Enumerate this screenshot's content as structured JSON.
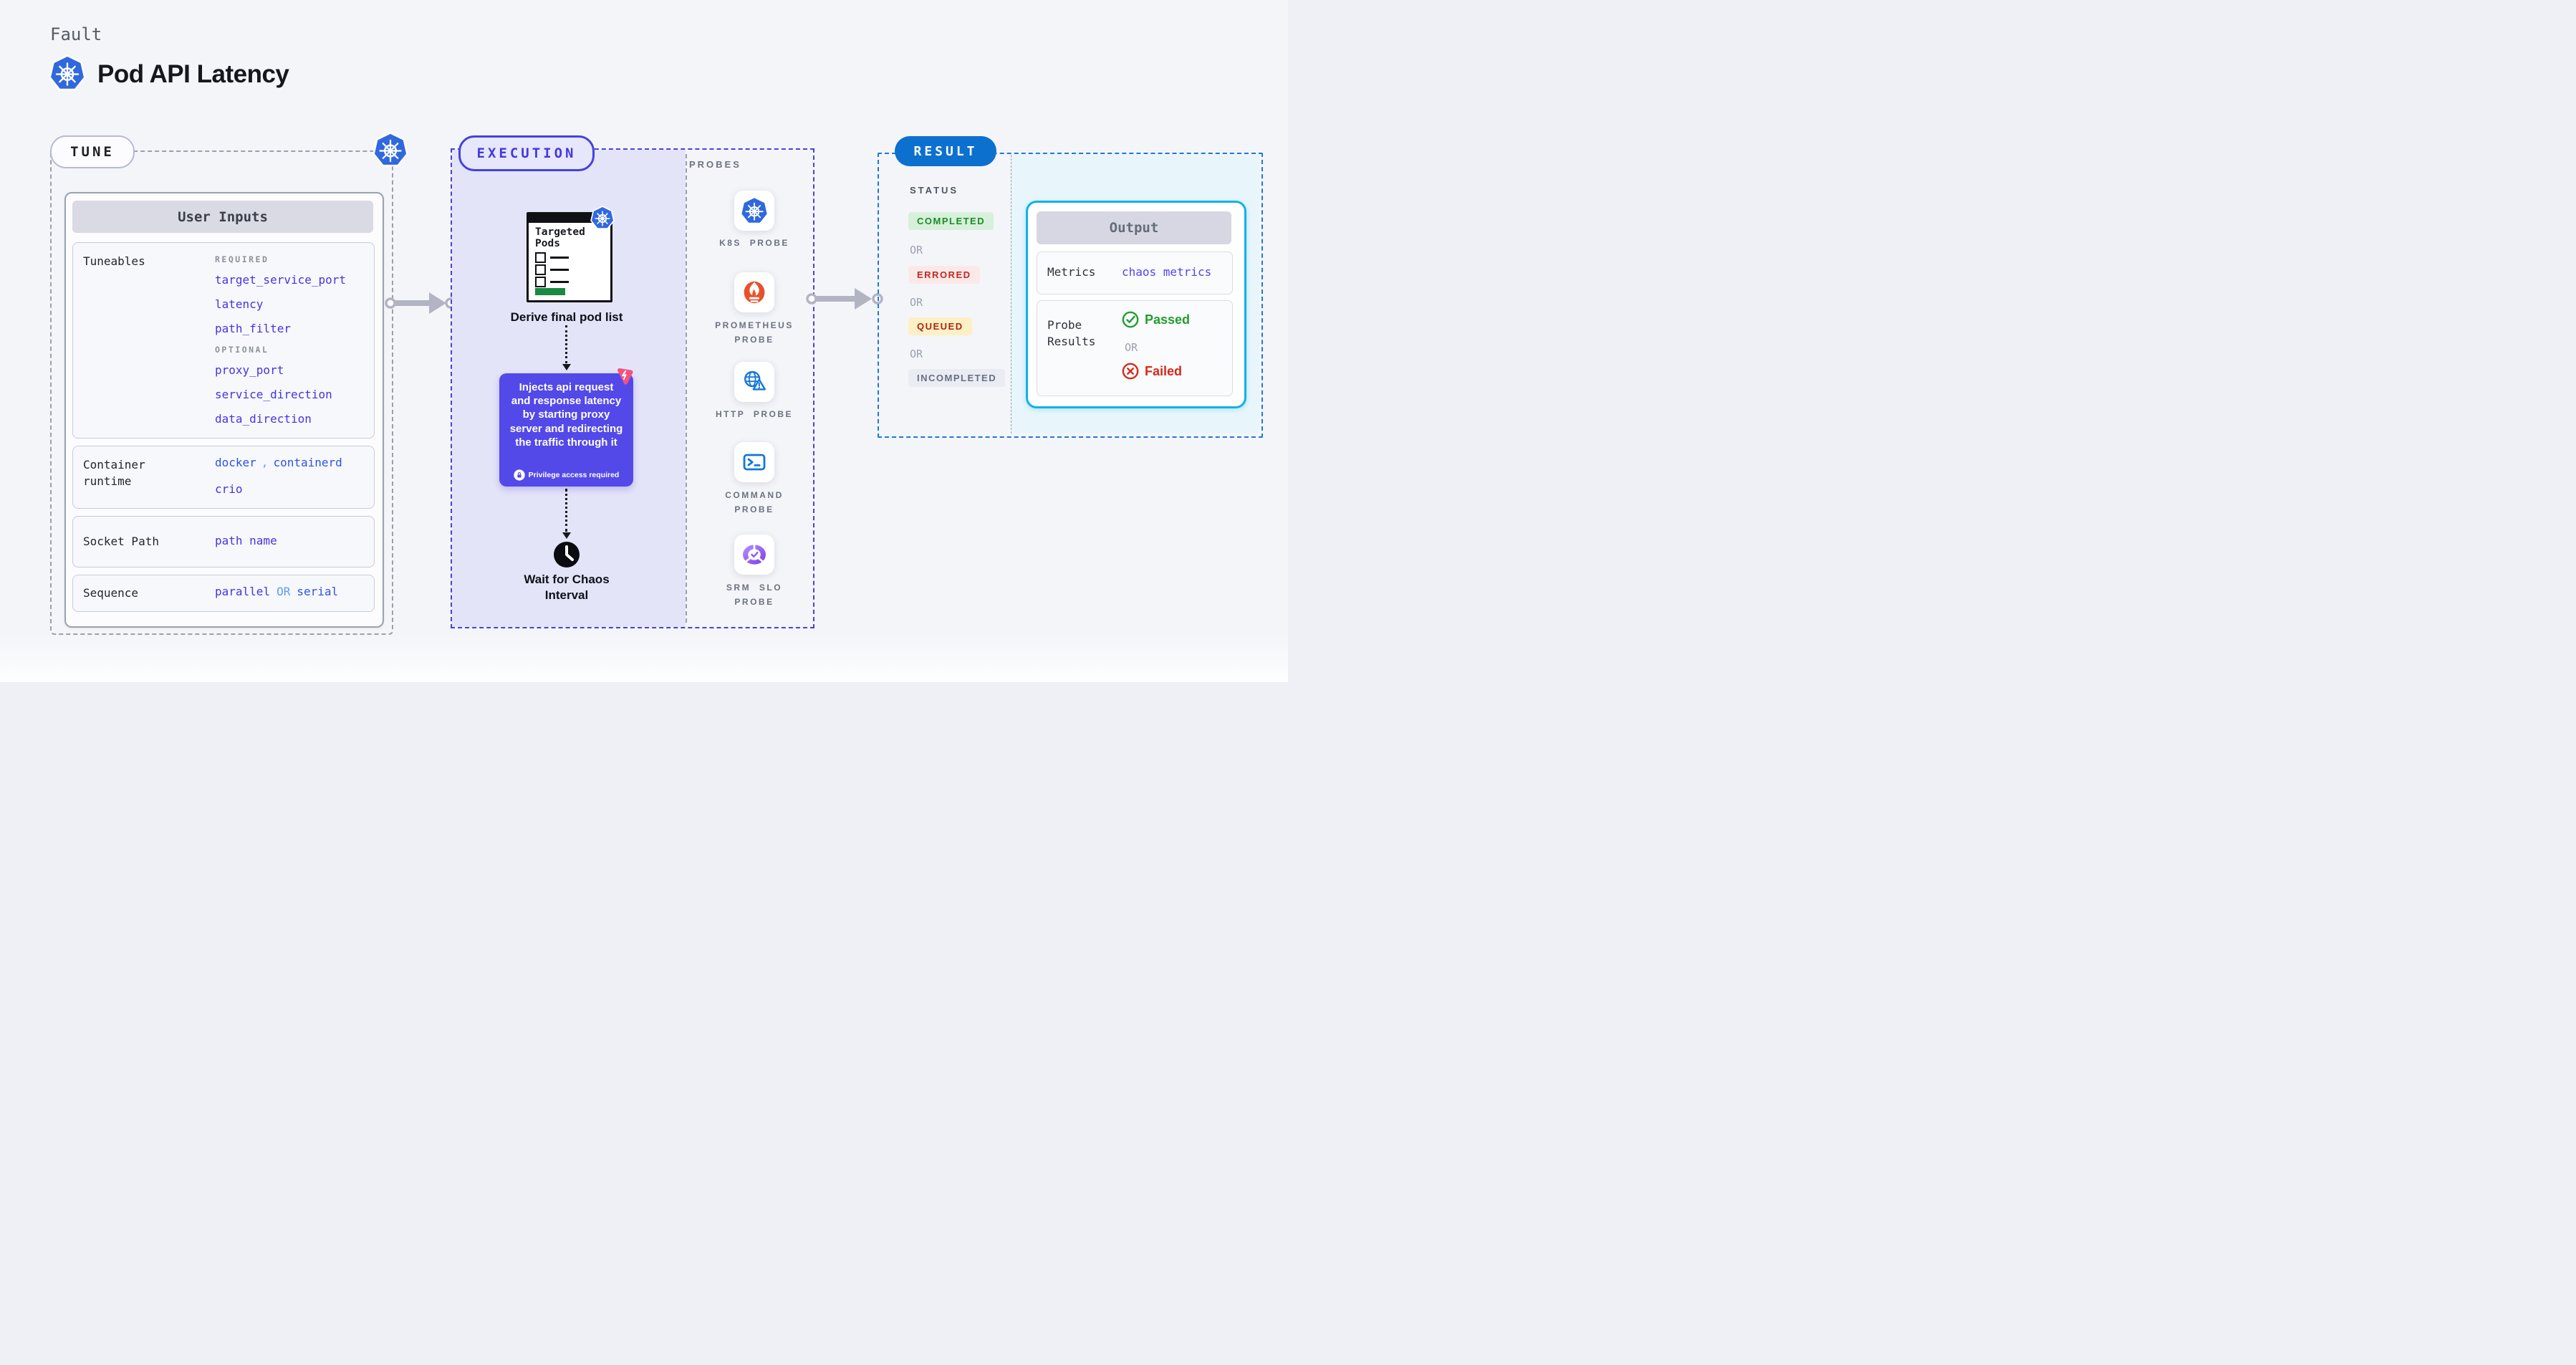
{
  "header": {
    "kicker": "Fault",
    "title": "Pod API Latency"
  },
  "tune": {
    "label": "TUNE",
    "user_inputs": {
      "title": "User Inputs",
      "tuneables": {
        "label": "Tuneables",
        "required_label": "REQUIRED",
        "required": [
          "target_service_port",
          "latency",
          "path_filter"
        ],
        "optional_label": "OPTIONAL",
        "optional": [
          "proxy_port",
          "service_direction",
          "data_direction"
        ]
      },
      "container_runtime": {
        "label": "Container runtime",
        "values": [
          "docker",
          "containerd",
          "crio"
        ],
        "separator": ","
      },
      "socket_path": {
        "label": "Socket Path",
        "value": "path name"
      },
      "sequence": {
        "label": "Sequence",
        "value_a": "parallel",
        "or": "OR",
        "value_b": "serial"
      }
    }
  },
  "execution": {
    "label": "EXECUTION",
    "targeted_pods": {
      "title": "Targeted Pods"
    },
    "derive_caption": "Derive final pod list",
    "inject_note": {
      "text": "Injects api request and response latency by starting proxy server and redirecting the traffic through it",
      "privilege": "Privilege access required"
    },
    "wait_caption": "Wait for Chaos\nInterval"
  },
  "probes": {
    "label": "PROBES",
    "items": [
      {
        "name": "K8S PROBE",
        "icon": "kubernetes-icon"
      },
      {
        "name": "PROMETHEUS\nPROBE",
        "icon": "prometheus-icon"
      },
      {
        "name": "HTTP PROBE",
        "icon": "http-globe-warning-icon"
      },
      {
        "name": "COMMAND\nPROBE",
        "icon": "terminal-icon"
      },
      {
        "name": "SRM SLO\nPROBE",
        "icon": "slo-donut-check-icon"
      }
    ]
  },
  "result": {
    "label": "RESULT",
    "status": {
      "label": "STATUS",
      "or": "OR",
      "badges": [
        {
          "text": "COMPLETED",
          "fg": "#1c8a28",
          "bg": "#d6f0da"
        },
        {
          "text": "ERRORED",
          "fg": "#c3281d",
          "bg": "#fbe9e9"
        },
        {
          "text": "QUEUED",
          "fg": "#b02315",
          "bg": "#fcf0c4"
        },
        {
          "text": "INCOMPLETED",
          "fg": "#68707f",
          "bg": "#e9ecf3"
        }
      ]
    },
    "output": {
      "title": "Output",
      "metrics": {
        "label": "Metrics",
        "value": "chaos metrics"
      },
      "probe_results": {
        "label": "Probe Results",
        "passed": "Passed",
        "or": "OR",
        "failed": "Failed"
      }
    }
  },
  "colors": {
    "accent_indigo": "#4741e0",
    "value_indigo": "#4334e4",
    "value_blue": "#2c53e2",
    "result_blue": "#0c70cf",
    "result_border": "#1b79da",
    "output_border": "#12b1e8",
    "note_purple": "#5349e8",
    "k8s_blue": "#3069de",
    "prometheus_orange": "#e7522b",
    "chaos_pink": "#f4527f",
    "passed_green": "#1f9e2e",
    "failed_red": "#d6281b"
  }
}
